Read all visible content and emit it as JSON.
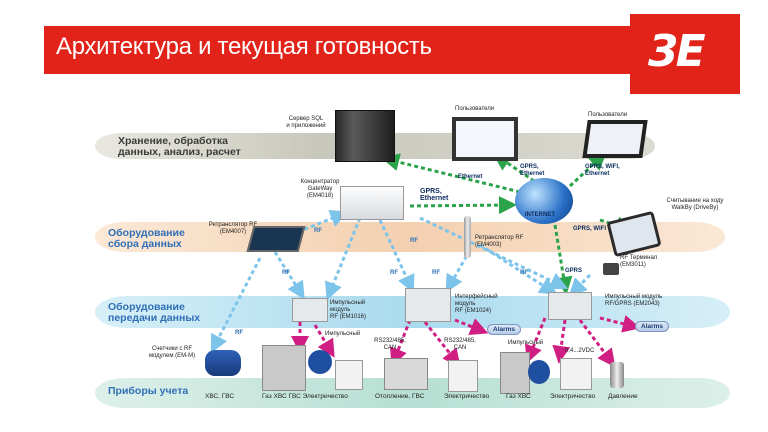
{
  "slide": {
    "title": "Архитектура и текущая готовность",
    "logo_text": "3E",
    "accent_color": "#e2231a"
  },
  "layers": {
    "storage": "Хранение, обработка\nданных, анализ, расчет",
    "collection": "Оборудование\nсбора данных",
    "transmission": "Оборудование\nпередачи данных",
    "meters": "Приборы учета"
  },
  "devices": {
    "sql_server": "Сервер SQL\nи приложений",
    "users_1": "Пользователи",
    "users_2": "Пользователи",
    "concentrator": "Концентратор\nGateWay\n(EM4018)",
    "repeater_em4007": "Ретранслятор RF\n(EM4007)",
    "internet": "INTERNET",
    "walkby": "Считывание на ходу\nWalkBy (DriveBy)",
    "repeater_em4003": "Ретранслятор RF\n(EM4003)",
    "rf_terminal": "RF Терминал\n(EM3011)",
    "pulse_em1016": "Импульсный\nмодуль\nRF (EM1016)",
    "interface_em1024": "Интерфейсный\nмодуль\nRF (EM1024)",
    "pulse_em2043": "Импульсный  модуль\nRF/GPRS (EM2043)",
    "meters_rf": "Счетчики с RF\nмодулем (EM-M)"
  },
  "links": {
    "ethernet": "Ethernet",
    "gprs_ethernet_1": "GPRS,\nEthernet",
    "gprs_wifi_ethernet": "GPRS, WIFI,\nEthernet",
    "gprs_ethernet_2": "GPRS,\nEthernet",
    "gprs_wifi": "GPRS, WIFI",
    "gprs": "GPRS",
    "rf_1": "RF",
    "rf_2": "RF",
    "rf_3": "RF",
    "rf_4": "RF",
    "rf_5": "RF",
    "rf_6": "RF",
    "rf_7": "RF",
    "impulse_1": "Импульсный",
    "impulse_2": "Импульсный",
    "rs232_1": "RS232/485,\nCAN",
    "rs232_2": "RS232/485,\nCAN",
    "voltage": "0,4...2VDC",
    "alarms_1": "Alarms",
    "alarms_2": "Alarms"
  },
  "meter_groups": {
    "g1": "ХВС, ГВС",
    "g2": "Газ ХВС ГВС Электричество",
    "g3": "Отопление, ГВС",
    "g4": "Электричество",
    "g5": "Газ  ХВС",
    "g6": "Электричество",
    "g7": "Давление"
  },
  "colors": {
    "storage_band": "#cfcfc4",
    "collection_band": "#f6dcc4",
    "transmission_band": "#bfe3f1",
    "meters_band": "#c9e6de",
    "label_blue": "#2f6fb6",
    "label_dark": "#3b3b3b",
    "green_link": "#2aa34a",
    "magenta_link": "#d11e83",
    "blue_link": "#7cc4ea"
  }
}
